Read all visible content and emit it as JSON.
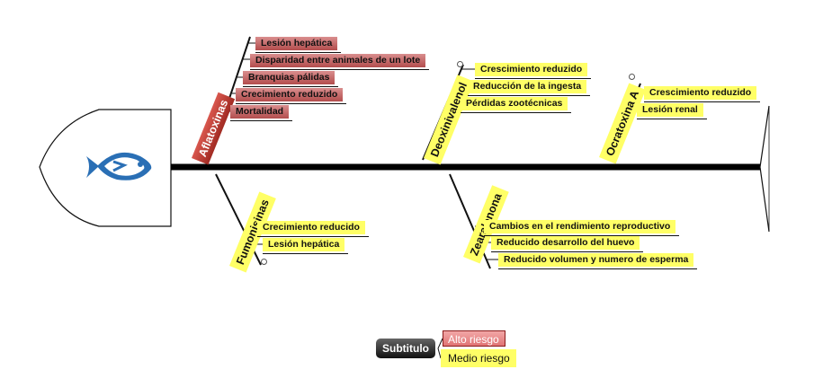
{
  "colors": {
    "high_risk": "#b34d4d",
    "medium_risk": "#ffff66",
    "spine": "#000000"
  },
  "head": {
    "icon": "fish-icon"
  },
  "categories": {
    "aflatoxinas": {
      "label": "Aflatoxinas",
      "risk": "high",
      "items": [
        "Lesión hepática",
        "Disparidad entre animales de un lote",
        "Branquias pálidas",
        "Crecimiento reduzido",
        "Mortalidad"
      ]
    },
    "deoxinivalenol": {
      "label": "Deoxinivalenol",
      "risk": "medium",
      "items": [
        "Crescimiento reduzido",
        "Reducción de la ingesta",
        "Pérdidas zootécnicas"
      ]
    },
    "ocratoxina": {
      "label": "Ocratoxina A",
      "risk": "medium",
      "items": [
        "Crescimiento reduzido",
        "Lesión renal"
      ]
    },
    "fumonisinas": {
      "label": "Fumonisinas",
      "risk": "medium",
      "items": [
        "Crecimiento reducido",
        "Lesión hepática"
      ]
    },
    "zearalenona": {
      "label": "Zearalenona",
      "risk": "medium",
      "items": [
        "Cambios en el rendimiento reproductivo",
        "Reducido desarrollo del huevo",
        "Reducido volumen y numero de esperma"
      ]
    }
  },
  "legend": {
    "main": "Subtitulo",
    "high": "Alto riesgo",
    "medium": "Medio riesgo"
  }
}
